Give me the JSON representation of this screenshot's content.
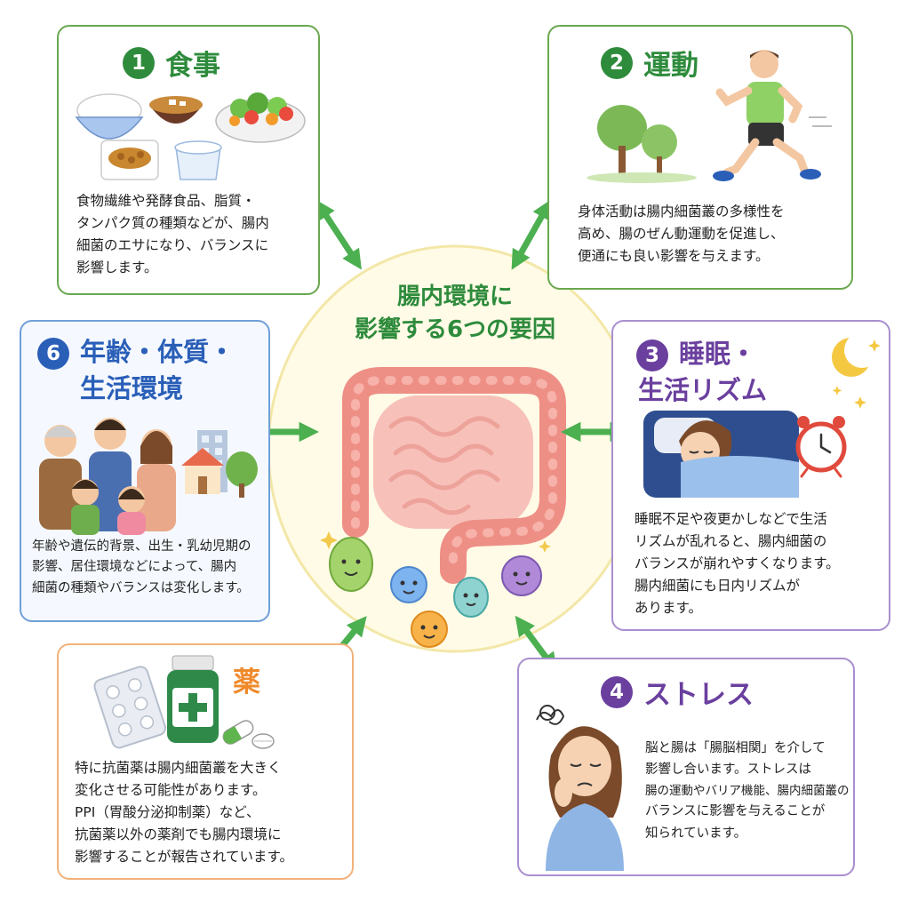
{
  "center": {
    "title_line1": "腸内環境に",
    "title_line2": "影響する6つの要因"
  },
  "factors": {
    "diet": {
      "number": "1",
      "title": "食事",
      "lines": [
        "食物繊維や発酵食品、脂質・",
        "タンパク質の種類などが、腸内",
        "細菌のエサになり、バランスに",
        "影響します。"
      ]
    },
    "exercise": {
      "number": "2",
      "title": "運動",
      "lines": [
        "身体活動は腸内細菌叢の多様性を",
        "高め、腸のぜん動運動を促進し、",
        "便通にも良い影響を与えます。"
      ]
    },
    "sleep": {
      "number": "3",
      "title_line1": "睡眠・",
      "title_line2": "生活リズム",
      "lines": [
        "睡眠不足や夜更かしなどで生活",
        "リズムが乱れると、腸内細菌の",
        "バランスが崩れやすくなります。",
        "腸内細菌にも日内リズムが",
        "あります。"
      ]
    },
    "stress": {
      "number": "4",
      "title": "ストレス",
      "lines": [
        "脳と腸は「腸脳相関」を介して",
        "影響し合います。ストレスは",
        "腸の運動やバリア機能、腸内細菌叢の",
        "バランスに影響を与えることが",
        "知られています。"
      ]
    },
    "medicine": {
      "title": "薬",
      "lines": [
        "特に抗菌薬は腸内細菌叢を大きく",
        "変化させる可能性があります。",
        "PPI（胃酸分泌抑制薬）など、",
        "抗菌薬以外の薬剤でも腸内環境に",
        "影響することが報告されています。"
      ]
    },
    "age": {
      "number": "6",
      "title_line1": "年齢・体質・",
      "title_line2": "生活環境",
      "lines": [
        "年齢や遺伝的背景、出生・乳幼児期の",
        "影響、居住環境などによって、腸内",
        "細菌の種類やバランスは変化します。"
      ]
    }
  },
  "colors": {
    "green": "#2e8b3c",
    "blue": "#2a5fb8",
    "purple": "#6a3f9e",
    "orange": "#ef8a2b",
    "arrow": "#4caf50",
    "intestine": "#ee8f86",
    "center_fill": "#fffbe6"
  },
  "icons": [
    "rice-bowl-icon",
    "miso-soup-icon",
    "salad-icon",
    "natto-icon",
    "yogurt-icon",
    "runner-icon",
    "tree-icon",
    "moon-icon",
    "alarm-clock-icon",
    "sleeping-woman-icon",
    "stressed-woman-icon",
    "pill-sheet-icon",
    "medicine-bottle-icon",
    "capsule-icon",
    "tablet-icon",
    "family-icon",
    "house-icon",
    "building-icon",
    "intestine-icon",
    "bacteria-icon"
  ]
}
